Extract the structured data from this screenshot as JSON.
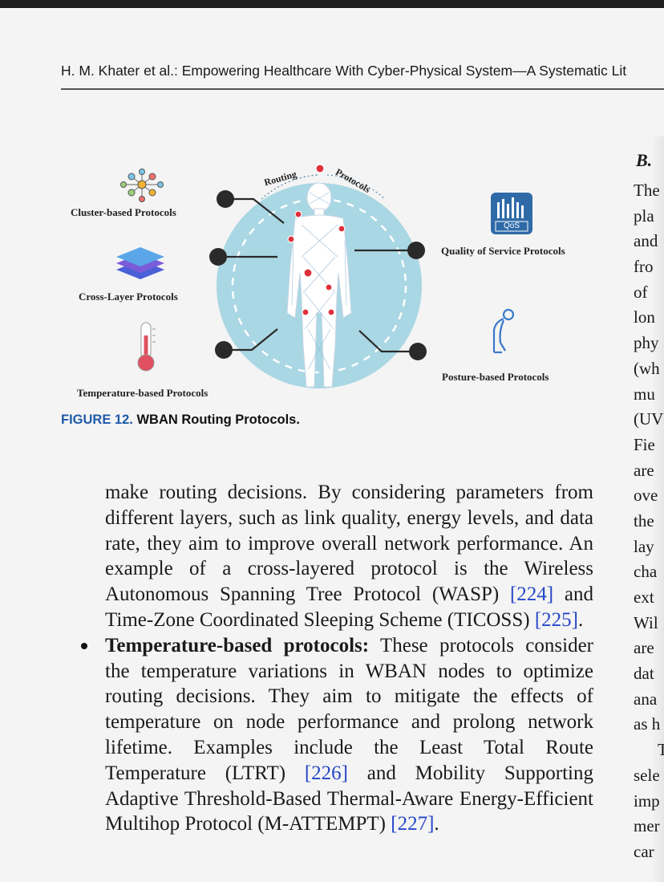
{
  "header": {
    "running_title": "H. M. Khater et al.: Empowering Healthcare With Cyber-Physical System—A Systematic Lit"
  },
  "figure": {
    "labels": {
      "routing": "Routing",
      "protocols": "Protocols",
      "cluster": "Cluster-based Protocols",
      "cross_layer": "Cross-Layer Protocols",
      "temperature": "Temperature-based Protocols",
      "qos": "Quality of Service Protocols",
      "posture": "Posture-based Protocols",
      "qos_badge": "QoS"
    },
    "icons": [
      "cluster-network-icon",
      "layers-icon",
      "thermometer-icon",
      "qos-equalizer-icon",
      "posture-person-icon",
      "human-body-icon"
    ],
    "colors": {
      "circle": "#a9d7e3",
      "node": "#e0303a",
      "connector": "#2a2a2a",
      "qos_badge": "#2f6aa8"
    },
    "caption_number": "FIGURE 12.",
    "caption_title": "WBAN Routing Protocols."
  },
  "body": {
    "para1": [
      "make routing decisions. By considering parameters from different layers, such as link quality, energy levels, and data rate, they aim to improve overall network performance. An example of a cross-layered protocol is the Wireless Autonomous Spanning Tree Protocol (WASP) ",
      "[224]",
      " and Time-Zone Coordinated Sleeping Scheme (TICOSS) ",
      "[225]",
      "."
    ],
    "bullet_title": "Temperature-based protocols:",
    "bullet_text": [
      " These protocols consider the temperature variations in WBAN nodes to optimize routing decisions. They aim to mitigate the effects of temperature on node performance and prolong network lifetime. Examples include the Least Total Route Temperature (LTRT) ",
      "[226]",
      " and Mobility Supporting Adaptive Threshold-Based Thermal-Aware Energy-Efficient Multihop Protocol (M-ATTEMPT) ",
      "[227]",
      "."
    ]
  },
  "right_column": {
    "section_heading": "B.",
    "line_fragments": [
      "The",
      "pla",
      "and",
      "fro",
      "of",
      "lon",
      "phy",
      "(wh",
      "mu",
      "(UV",
      "Fie",
      "are",
      "ove",
      "the",
      "lay",
      "cha",
      "ext",
      "Wil",
      "are",
      "dat",
      "ana",
      "as h",
      "T",
      "sele",
      "imp",
      "mer",
      "car"
    ]
  }
}
